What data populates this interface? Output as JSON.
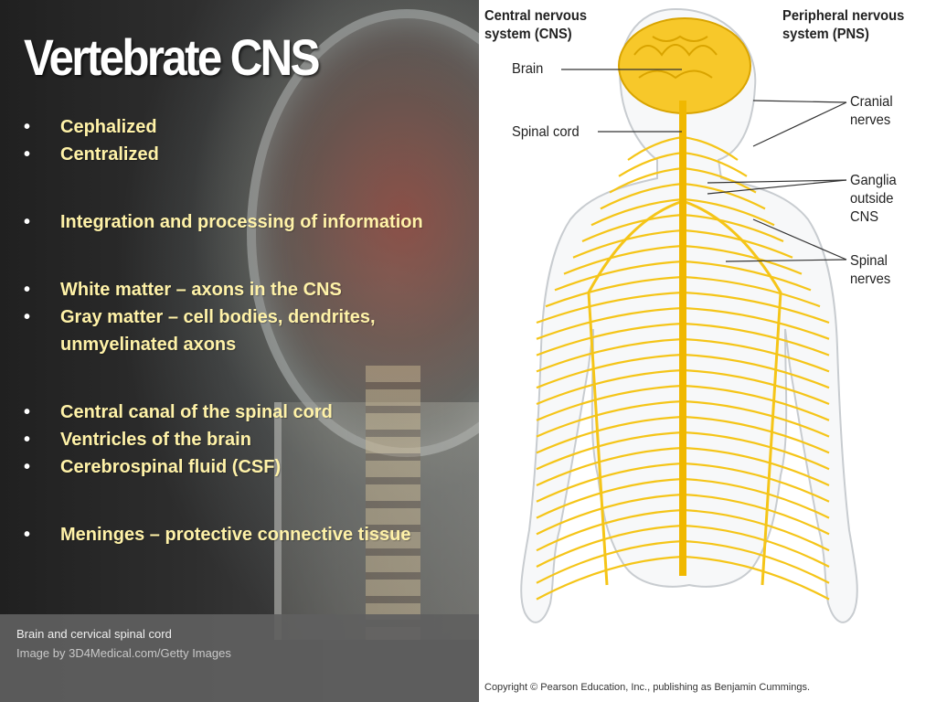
{
  "slide": {
    "title": "Vertebrate CNS",
    "bullets": [
      {
        "text": "Cephalized",
        "gap_before": false
      },
      {
        "text": "Centralized",
        "gap_before": false
      },
      {
        "text": "Integration and processing of information",
        "gap_before": true
      },
      {
        "text": "White matter – axons in the CNS",
        "gap_before": true
      },
      {
        "text": "Gray matter – cell bodies, dendrites, unmyelinated axons",
        "gap_before": false
      },
      {
        "text": "Central canal of the spinal cord",
        "gap_before": true
      },
      {
        "text": "Ventricles of the brain",
        "gap_before": false
      },
      {
        "text": "Cerebrospinal fluid (CSF)",
        "gap_before": false
      },
      {
        "text": "Meninges – protective connective tissue",
        "gap_before": true
      }
    ],
    "bullet_glyph": "•"
  },
  "photo_caption": {
    "line1": "Brain and cervical spinal cord",
    "line2": "Image by 3D4Medical.com/Getty Images"
  },
  "diagram": {
    "header_cns": [
      "Central nervous",
      "system (CNS)"
    ],
    "header_pns": [
      "Peripheral nervous",
      "system (PNS)"
    ],
    "labels": {
      "brain": "Brain",
      "spinal_cord": "Spinal cord",
      "cranial_nerves": [
        "Cranial",
        "nerves"
      ],
      "ganglia": [
        "Ganglia",
        "outside",
        "CNS"
      ],
      "spinal_nerves": [
        "Spinal",
        "nerves"
      ]
    },
    "copyright": "Copyright © Pearson Education, Inc., publishing as Benjamin Cummings."
  },
  "colors": {
    "bullet_text": "#fff2a8",
    "title": "#ffffff",
    "nerve": "#f5c518",
    "brain": "#f7c82a",
    "body_outline": "#c8ccd0"
  }
}
